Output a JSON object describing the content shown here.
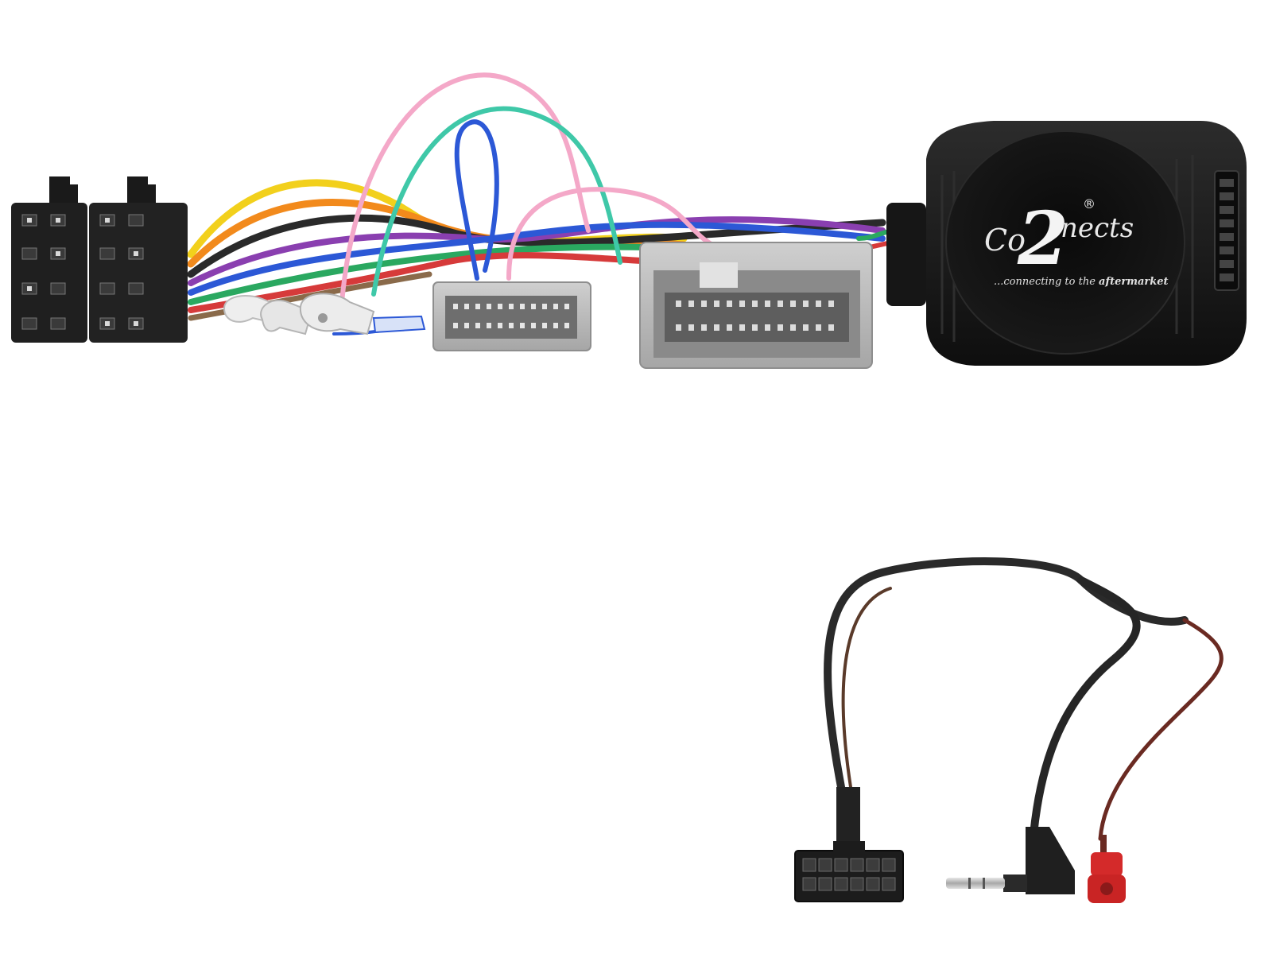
{
  "image": {
    "subject": "steering wheel control interface harness kit",
    "background_color": "#ffffff"
  },
  "brand": {
    "name_left": "Co",
    "name_digit": "2",
    "name_right": "nects",
    "registered_mark": "®",
    "tagline_prefix": "...connecting to the ",
    "tagline_emphasis": "aftermarket"
  },
  "colors": {
    "module_body": "#1b1b1b",
    "connector_black": "#1f1f1f",
    "connector_grey": "#b9b9b9",
    "connector_grey_dark": "#8e8e8e",
    "red_connector": "#d42a2a",
    "jack_metal": "#c8c8c8",
    "wires": [
      "#f2d01c",
      "#f28a1c",
      "#2a2a2a",
      "#8a3fb0",
      "#2c58d6",
      "#2aa860",
      "#f4a8c8",
      "#3fc8a8",
      "#d63a3a",
      "#8a6a4a"
    ]
  }
}
